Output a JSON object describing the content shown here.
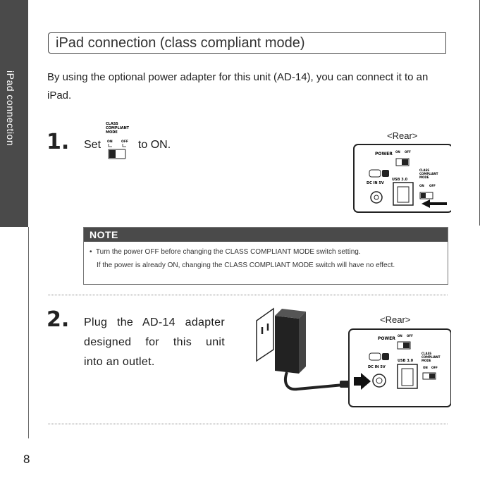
{
  "side_tab": {
    "label": "iPad connection"
  },
  "page_number": "8",
  "section": {
    "title": "iPad connection (class compliant mode)"
  },
  "intro": {
    "text": "By using the optional power adapter for this unit (AD-14), you can connect it to an iPad."
  },
  "step1": {
    "number": "1.",
    "text_before": "Set",
    "text_after": "to ON.",
    "switch_label_lines": [
      "CLASS",
      "COMPLIANT",
      "MODE"
    ],
    "switch_on": "ON",
    "switch_off": "OFF",
    "rear_label": "<Rear>"
  },
  "rear_panel": {
    "power_label": "POWER",
    "on": "ON",
    "off": "OFF",
    "dc_in": "DC IN 5V",
    "usb": "USB 3.0",
    "ccm_lines": [
      "CLASS",
      "COMPLIANT",
      "MODE"
    ]
  },
  "note": {
    "heading": "NOTE",
    "line1": "Turn the power OFF before changing the CLASS COMPLIANT MODE switch setting.",
    "line2": "If the power is already ON, changing the CLASS COMPLIANT MODE switch will have no effect."
  },
  "step2": {
    "number": "2.",
    "lines": [
      "Plug the AD-14 adapter",
      "designed for this unit",
      "into an outlet."
    ],
    "rear_label": "<Rear>"
  }
}
